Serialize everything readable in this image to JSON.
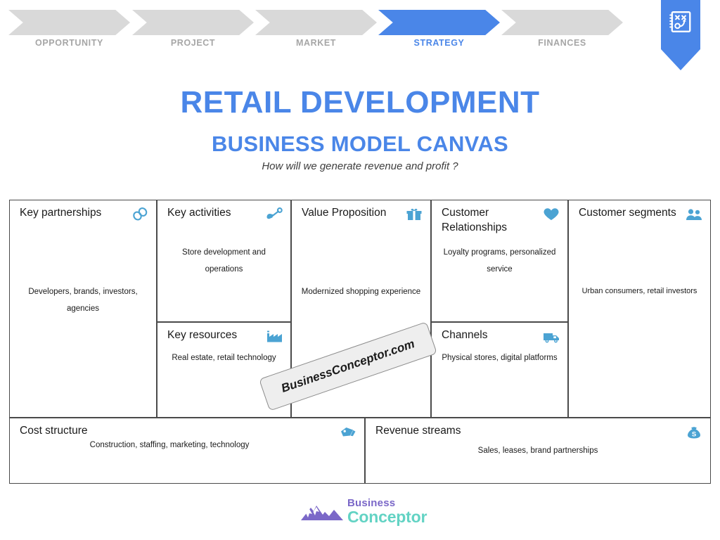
{
  "stepnav": {
    "steps": [
      {
        "label": "OPPORTUNITY",
        "active": false
      },
      {
        "label": "PROJECT",
        "active": false
      },
      {
        "label": "MARKET",
        "active": false
      },
      {
        "label": "STRATEGY",
        "active": true
      },
      {
        "label": "FINANCES",
        "active": false
      }
    ],
    "active_color": "#4a86e8",
    "inactive_color": "#d9d9d9",
    "inactive_text_color": "#a6a6a6"
  },
  "brandmark": {
    "icon": "strategy-playbook-icon",
    "color": "#4a86e8"
  },
  "title": {
    "main": "RETAIL DEVELOPMENT",
    "sub": "BUSINESS MODEL CANVAS",
    "question": "How will we generate revenue and profit ?",
    "color": "#4a86e8"
  },
  "canvas": {
    "cells": {
      "key_partnerships": {
        "title": "Key partnerships",
        "icon": "chain-link-icon",
        "body": "Developers, brands, investors, agencies"
      },
      "key_activities": {
        "title": "Key activities",
        "icon": "shovel-icon",
        "body": "Store development and operations"
      },
      "key_resources": {
        "title": "Key resources",
        "icon": "factory-icon",
        "body": "Real estate, retail technology"
      },
      "value_proposition": {
        "title": "Value Proposition",
        "icon": "gift-icon",
        "body": "Modernized shopping experience"
      },
      "customer_relationships": {
        "title": "Customer Relationships",
        "icon": "heart-icon",
        "body": "Loyalty programs, personalized service"
      },
      "channels": {
        "title": "Channels",
        "icon": "delivery-truck-icon",
        "body": "Physical stores, digital platforms"
      },
      "customer_segments": {
        "title": "Customer segments",
        "icon": "people-group-icon",
        "body": "Urban consumers, retail investors"
      },
      "cost_structure": {
        "title": "Cost structure",
        "icon": "price-tag-icon",
        "body": "Construction, staffing, marketing, technology"
      },
      "revenue_streams": {
        "title": "Revenue streams",
        "icon": "money-bag-icon",
        "body": "Sales, leases, brand partnerships"
      }
    },
    "icon_color": "#4ba3d3"
  },
  "watermark": {
    "text": "BusinessConceptor.com"
  },
  "footer_logo": {
    "word_primary": "Business",
    "word_secondary": "Conceptor",
    "primary_color": "#7b68c8",
    "secondary_color": "#63d3c4",
    "icon": "mountains-icon"
  }
}
